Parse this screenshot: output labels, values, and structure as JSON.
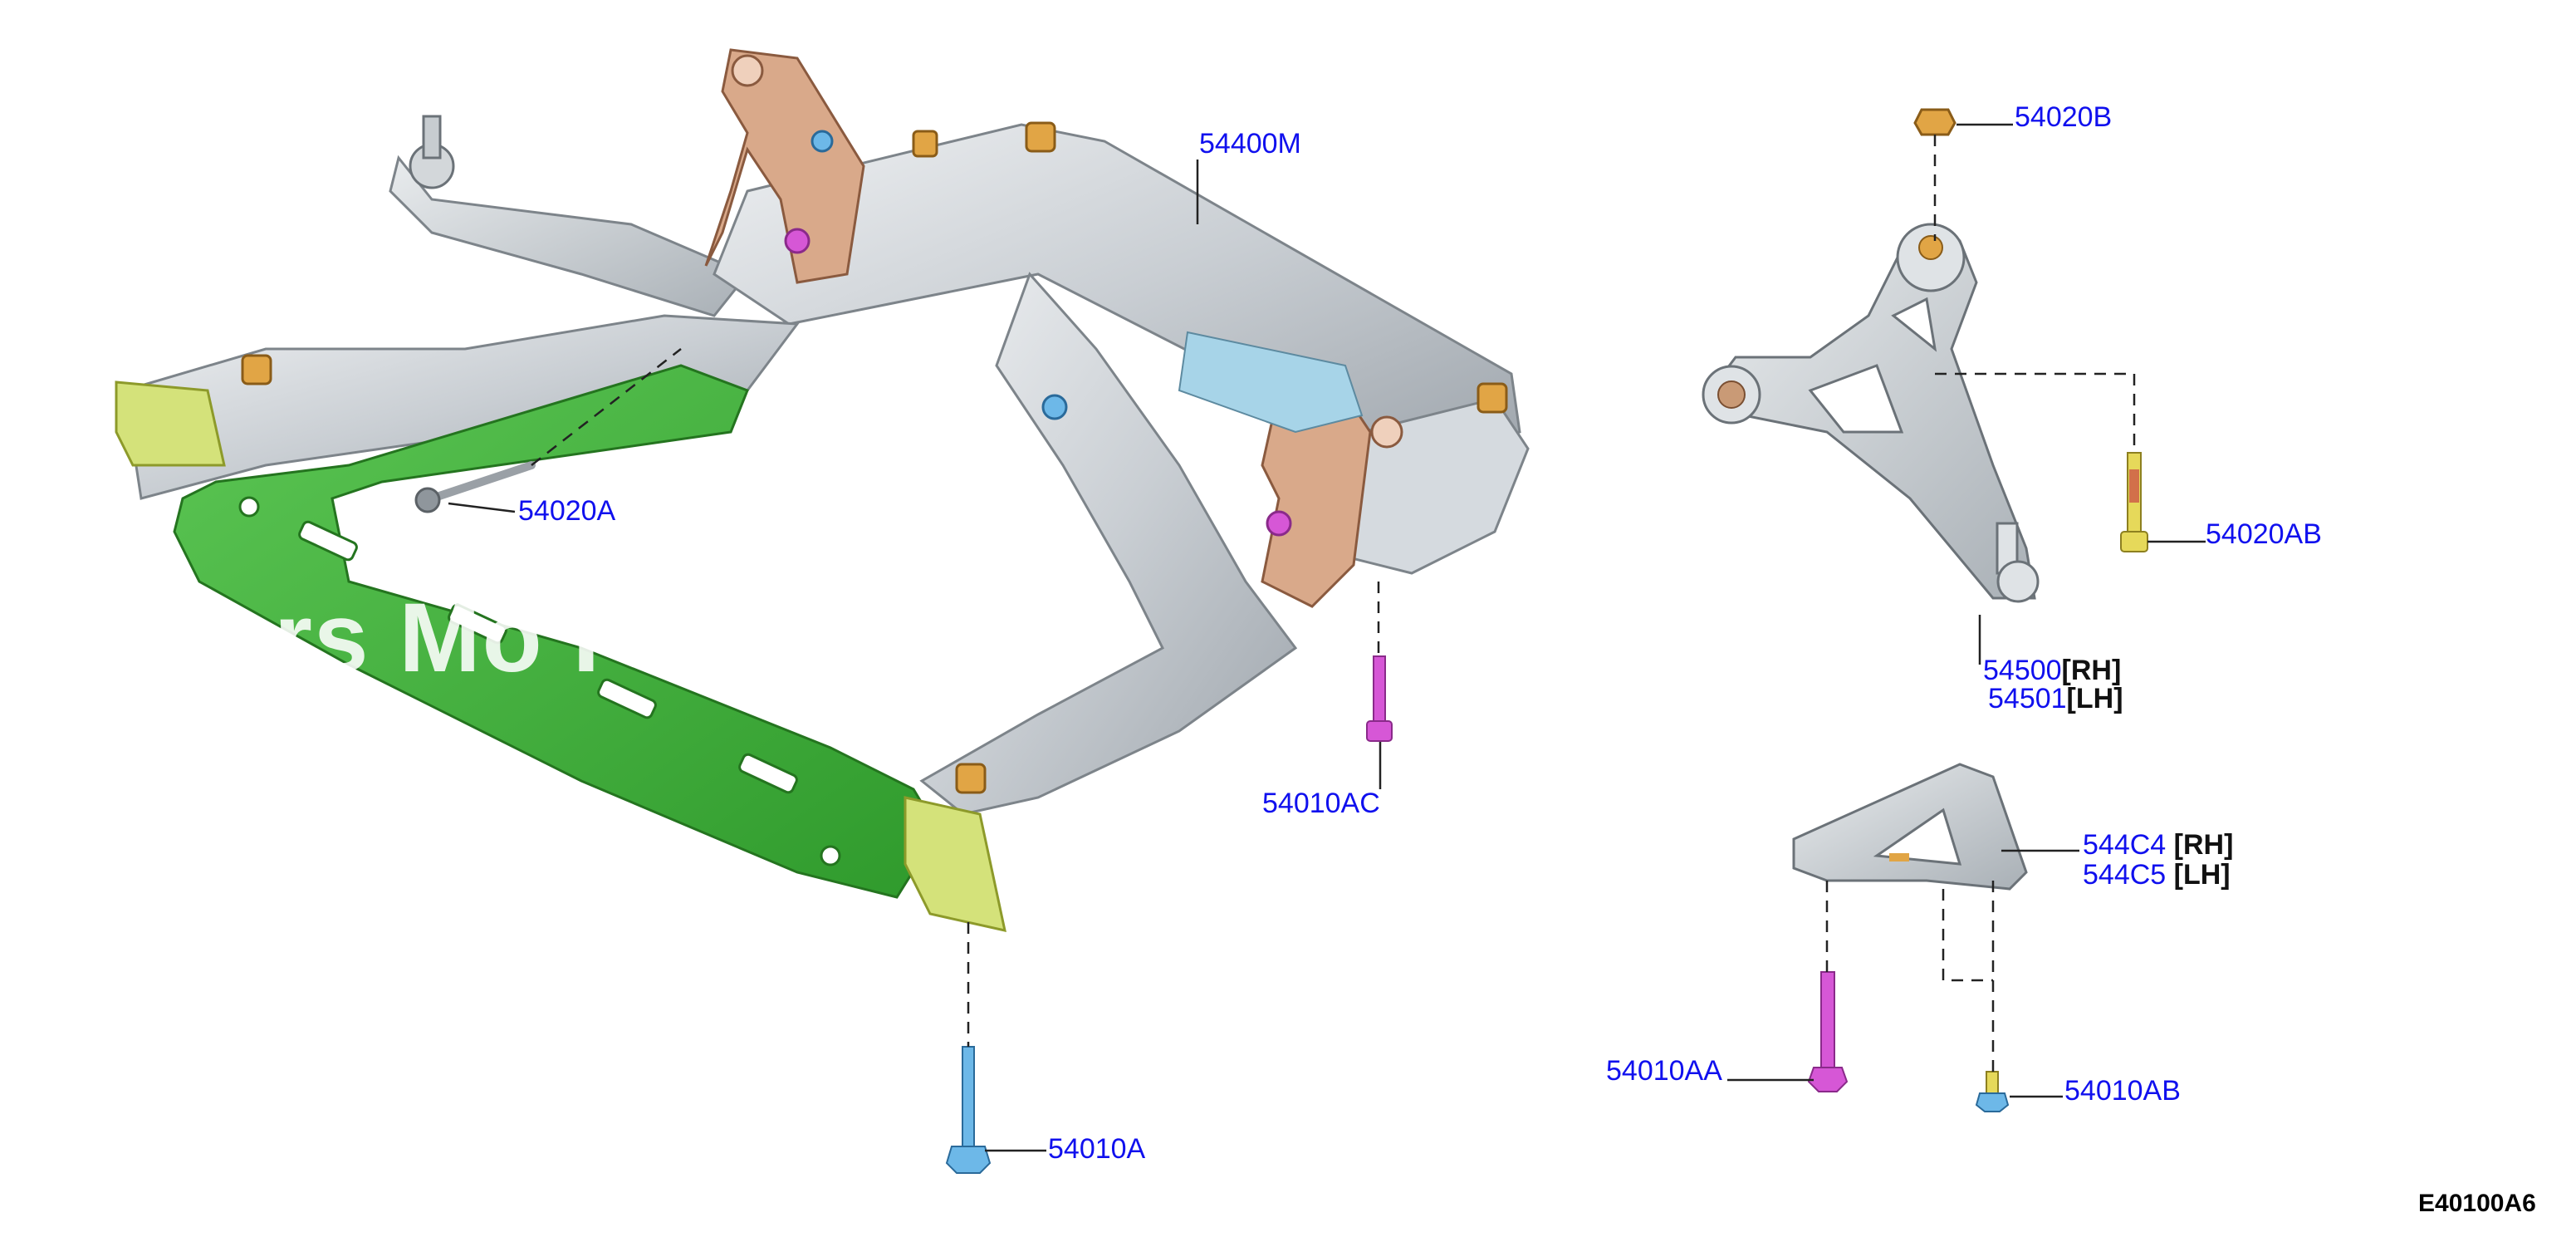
{
  "colors": {
    "label": "#1010ee",
    "frame": "#c8cdd2",
    "crossmember": "#3fae3a",
    "bracket": "#d9a98a",
    "mount": "#d4e27a",
    "bolt_magenta": "#d657d6",
    "bolt_blue": "#6db8e8",
    "bolt_yellow": "#e6d95a",
    "nut_orange": "#e1a545"
  },
  "watermark": "rs Mo       Parts",
  "diagram_code": "E40100A6",
  "parts": [
    {
      "code": "54400M",
      "side": ""
    },
    {
      "code": "54020A",
      "side": ""
    },
    {
      "code": "54010AC",
      "side": ""
    },
    {
      "code": "54010A",
      "side": ""
    },
    {
      "code": "54020B",
      "side": ""
    },
    {
      "code": "54020AB",
      "side": ""
    },
    {
      "code": "54500",
      "side": "[RH]"
    },
    {
      "code": "54501",
      "side": "[LH]"
    },
    {
      "code": "544C4",
      "side": "[RH]"
    },
    {
      "code": "544C5",
      "side": "[LH]"
    },
    {
      "code": "54010AA",
      "side": ""
    },
    {
      "code": "54010AB",
      "side": ""
    }
  ]
}
